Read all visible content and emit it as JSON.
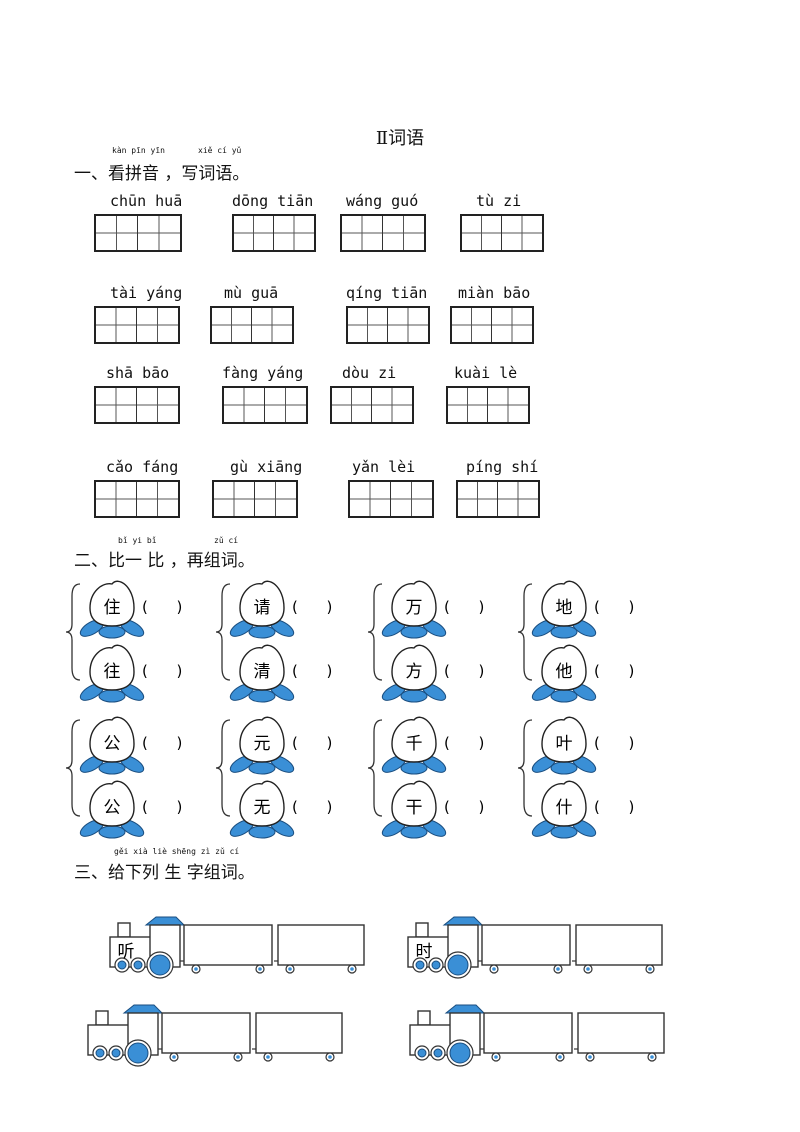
{
  "title": "Ⅱ词语",
  "section1": {
    "heading": "一、看拼音 ，写词语。",
    "ruby": [
      "kàn pīn yīn",
      "xiě cí yǔ"
    ],
    "items": [
      {
        "pinyin": "chūn huā"
      },
      {
        "pinyin": "dōng tiān"
      },
      {
        "pinyin": "wáng guó"
      },
      {
        "pinyin": "tù  zi"
      },
      {
        "pinyin": "tài yáng"
      },
      {
        "pinyin": "mù guā"
      },
      {
        "pinyin": "qíng tiān"
      },
      {
        "pinyin": "miàn bāo"
      },
      {
        "pinyin": "shā bāo"
      },
      {
        "pinyin": "fàng yáng"
      },
      {
        "pinyin": "dòu zi"
      },
      {
        "pinyin": "kuài lè"
      },
      {
        "pinyin": "cǎo fáng"
      },
      {
        "pinyin": "gù xiāng"
      },
      {
        "pinyin": "yǎn lèi"
      },
      {
        "pinyin": "píng shí"
      }
    ]
  },
  "section2": {
    "heading": "二、比一 比 ，再组词。",
    "ruby": [
      "bǐ  yi   bǐ",
      "zǔ cí"
    ],
    "pairs": [
      [
        "住",
        "往"
      ],
      [
        "请",
        "清"
      ],
      [
        "万",
        "方"
      ],
      [
        "地",
        "他"
      ],
      [
        "公",
        "公"
      ],
      [
        "元",
        "无"
      ],
      [
        "千",
        "干"
      ],
      [
        "叶",
        "什"
      ]
    ],
    "paren": "(      )"
  },
  "section3": {
    "heading": "三、给下列 生 字组词。",
    "ruby": [
      "gěi xià liè  shēng  zì  zǔ  cí"
    ],
    "trains": [
      {
        "char": "听"
      },
      {
        "char": "时"
      },
      {
        "char": ""
      },
      {
        "char": ""
      }
    ],
    "colors": {
      "accent": "#3a8fd6",
      "line": "#333333"
    }
  }
}
